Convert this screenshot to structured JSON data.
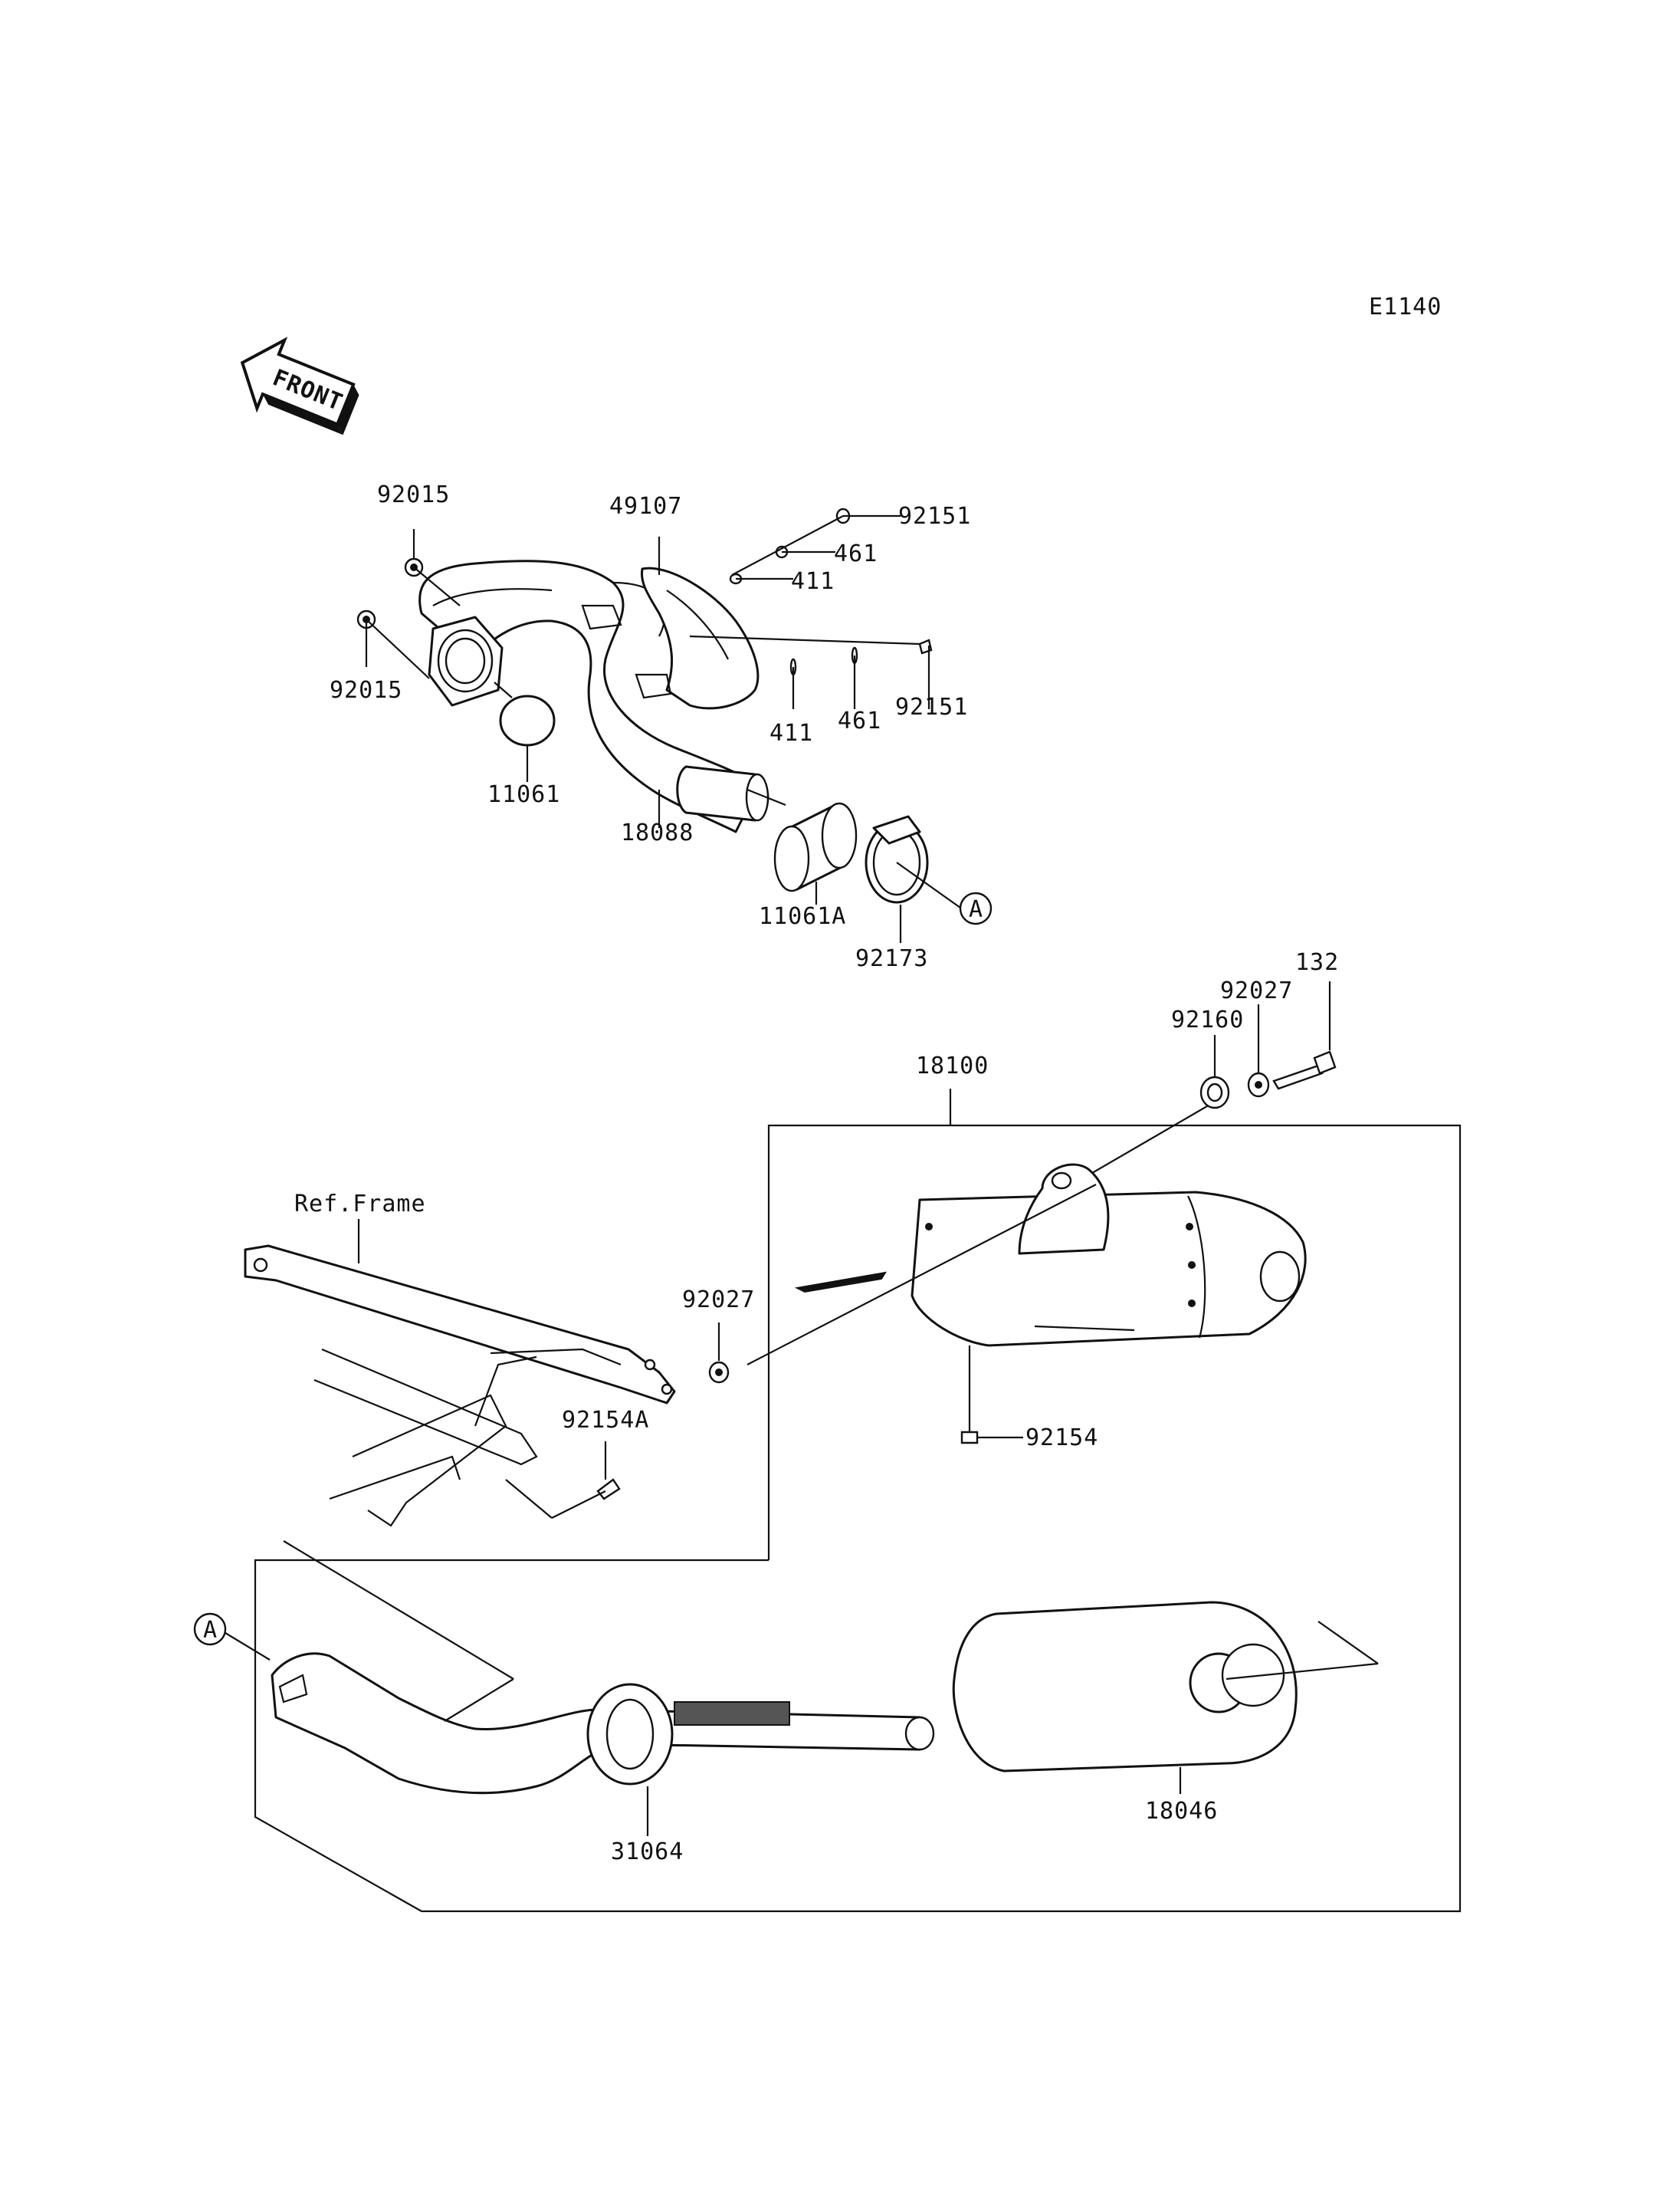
{
  "diagram_code": "E1140",
  "front_badge": "FRONT",
  "ref_frame_label": "Ref.Frame",
  "callout_a": "A",
  "parts": {
    "p92015_top": "92015",
    "p92015_bottom": "92015",
    "p49107": "49107",
    "p92151_top": "92151",
    "p461_top": "461",
    "p411_top": "411",
    "p411_bottom": "411",
    "p461_bottom": "461",
    "p92151_bottom": "92151",
    "p11061": "11061",
    "p18088": "18088",
    "p11061A": "11061A",
    "p92173": "92173",
    "p132": "132",
    "p92027_top": "92027",
    "p92160": "92160",
    "p18100": "18100",
    "p92027_mid": "92027",
    "p92154A": "92154A",
    "p92154": "92154",
    "p31064": "31064",
    "p18046": "18046"
  }
}
